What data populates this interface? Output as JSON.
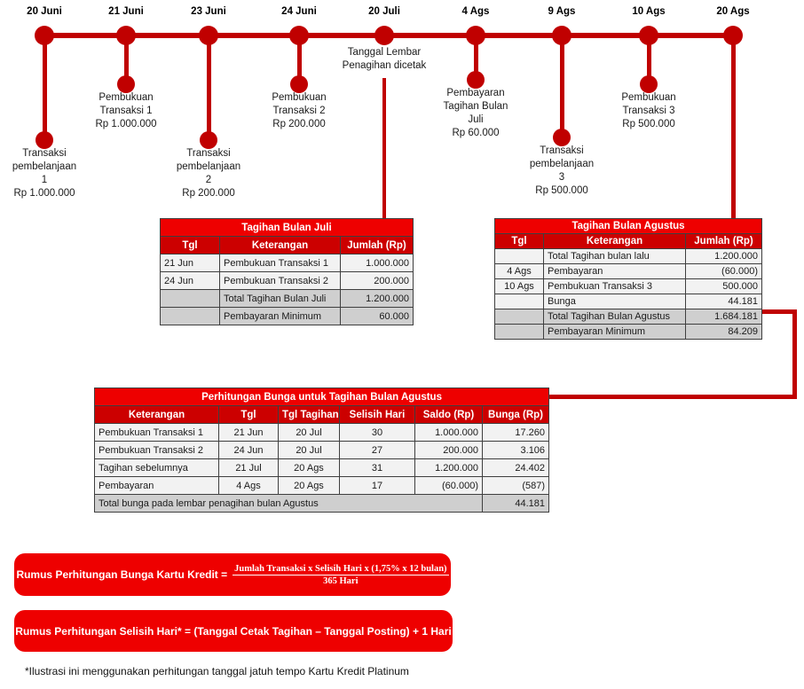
{
  "colors": {
    "timeline_red": "#C00000",
    "table_title_red": "#EE0000",
    "table_header_red": "#CC0000",
    "row_light": "#F2F2F2",
    "row_gray": "#CFCFCF"
  },
  "timeline": {
    "events": [
      {
        "date": "20 Juni",
        "label": "Transaksi\npembelanjaan\n1\nRp 1.000.000"
      },
      {
        "date": "21 Juni",
        "label": "Pembukuan\nTransaksi 1\nRp 1.000.000"
      },
      {
        "date": "23 Juni",
        "label": "Transaksi\npembelanjaan\n2\nRp 200.000"
      },
      {
        "date": "24 Juni",
        "label": "Pembukuan\nTransaksi 2\nRp 200.000"
      },
      {
        "date": "20 Juli",
        "label": "Tanggal Lembar\nPenagihan dicetak"
      },
      {
        "date": "4 Ags",
        "label": "Pembayaran\nTagihan Bulan\nJuli\nRp 60.000"
      },
      {
        "date": "9 Ags",
        "label": "Transaksi\npembelanjaan\n3\nRp 500.000"
      },
      {
        "date": "10 Ags",
        "label": "Pembukuan\nTransaksi 3\nRp 500.000"
      },
      {
        "date": "20 Ags",
        "label": ""
      }
    ]
  },
  "juli_table": {
    "title": "Tagihan Bulan Juli",
    "headers": [
      "Tgl",
      "Keterangan",
      "Jumlah (Rp)"
    ],
    "rows": [
      [
        "21 Jun",
        "Pembukuan Transaksi 1",
        "1.000.000"
      ],
      [
        "24 Jun",
        "Pembukuan Transaksi 2",
        "200.000"
      ],
      [
        "",
        "Total Tagihan Bulan Juli",
        "1.200.000"
      ],
      [
        "",
        "Pembayaran Minimum",
        "60.000"
      ]
    ]
  },
  "agustus_table": {
    "title": "Tagihan Bulan Agustus",
    "headers": [
      "Tgl",
      "Keterangan",
      "Jumlah (Rp)"
    ],
    "rows": [
      [
        "",
        "Total Tagihan bulan lalu",
        "1.200.000"
      ],
      [
        "4 Ags",
        "Pembayaran",
        "(60.000)"
      ],
      [
        "10 Ags",
        "Pembukuan Transaksi 3",
        "500.000"
      ],
      [
        "",
        "Bunga",
        "44.181"
      ],
      [
        "",
        "Total Tagihan Bulan Agustus",
        "1.684.181"
      ],
      [
        "",
        "Pembayaran Minimum",
        "84.209"
      ]
    ]
  },
  "bunga_table": {
    "title": "Perhitungan Bunga untuk Tagihan Bulan Agustus",
    "headers": [
      "Keterangan",
      "Tgl",
      "Tgl Tagihan",
      "Selisih Hari",
      "Saldo (Rp)",
      "Bunga (Rp)"
    ],
    "rows": [
      [
        "Pembukuan Transaksi 1",
        "21 Jun",
        "20 Jul",
        "30",
        "1.000.000",
        "17.260"
      ],
      [
        "Pembukuan Transaksi 2",
        "24 Jun",
        "20 Jul",
        "27",
        "200.000",
        "3.106"
      ],
      [
        "Tagihan sebelumnya",
        "21 Jul",
        "20 Ags",
        "31",
        "1.200.000",
        "24.402"
      ],
      [
        "Pembayaran",
        "4 Ags",
        "20 Ags",
        "17",
        "(60.000)",
        "(587)"
      ]
    ],
    "footer_label": "Total bunga pada lembar penagihan bulan Agustus",
    "footer_value": "44.181"
  },
  "formulas": {
    "interest_label": "Rumus Perhitungan Bunga Kartu Kredit =",
    "interest_numerator": "Jumlah Transaksi x Selisih Hari x (1,75% x 12 bulan)",
    "interest_denominator": "365 Hari",
    "day_diff": "Rumus Perhitungan Selisih Hari* = (Tanggal Cetak Tagihan – Tanggal Posting) + 1 Hari"
  },
  "footnote": "*Ilustrasi ini menggunakan perhitungan tanggal jatuh tempo Kartu Kredit Platinum"
}
